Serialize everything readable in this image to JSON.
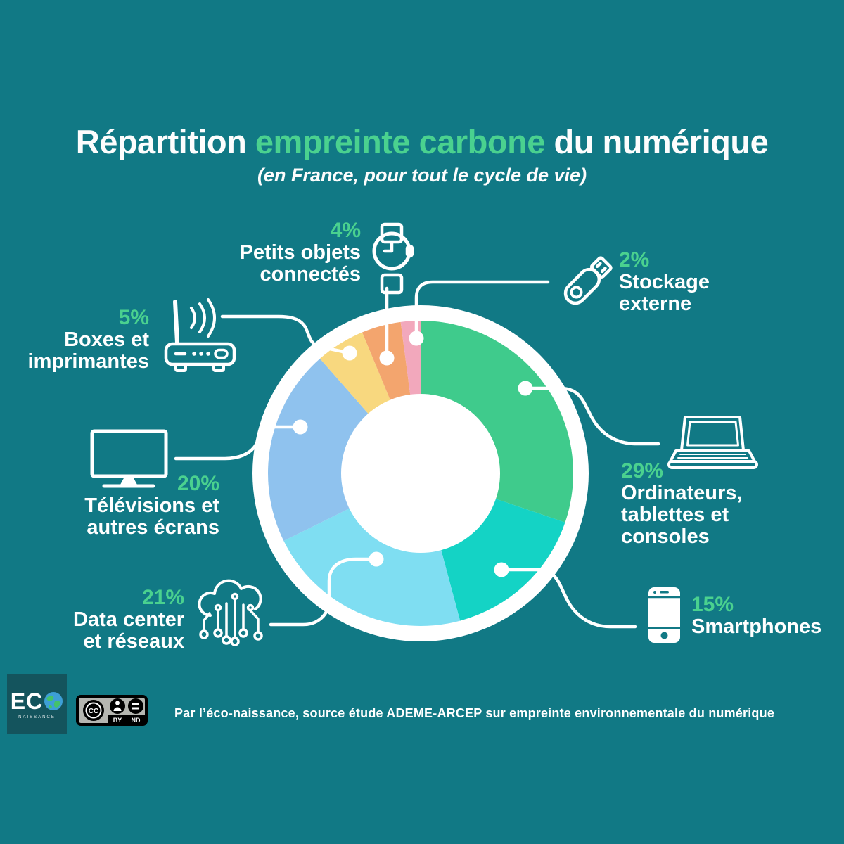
{
  "page": {
    "background": "#117985",
    "accent_green": "#4ad18f",
    "text_color": "#ffffff"
  },
  "title": {
    "part1": "Répartition",
    "highlight": "empreinte carbone",
    "part2": "du numérique",
    "subtitle": "(en France, pour tout le cycle de vie)"
  },
  "chart_data": {
    "type": "pie",
    "variant": "donut",
    "title": "Répartition empreinte carbone du numérique (en France, pour tout le cycle de vie)",
    "unit": "%",
    "direction": "clockwise from 12 o'clock",
    "segments": [
      {
        "label": "Ordinateurs, tablettes et consoles",
        "value": 29,
        "color": "#3fcb8c"
      },
      {
        "label": "Smartphones",
        "value": 15,
        "color": "#14d3c5"
      },
      {
        "label": "Data center et réseaux",
        "value": 21,
        "color": "#7fdef2"
      },
      {
        "label": "Télévisions et autres écrans",
        "value": 20,
        "color": "#8fc2ee"
      },
      {
        "label": "Boxes et imprimantes",
        "value": 5,
        "color": "#f8d87f"
      },
      {
        "label": "Petits objets connectés",
        "value": 4,
        "color": "#f3a56e"
      },
      {
        "label": "Stockage externe",
        "value": 2,
        "color": "#f2a8bc"
      }
    ]
  },
  "callouts": [
    {
      "id": "petits-objets-connectes",
      "percent": "4%",
      "lines": [
        "Petits objets",
        "connectés"
      ],
      "icon": "smartwatch-icon"
    },
    {
      "id": "stockage-externe",
      "percent": "2%",
      "lines": [
        "Stockage",
        "externe"
      ],
      "icon": "usb-drive-icon"
    },
    {
      "id": "boxes-imprimantes",
      "percent": "5%",
      "lines": [
        "Boxes et",
        "imprimantes"
      ],
      "icon": "router-icon"
    },
    {
      "id": "ordinateurs-tablettes",
      "percent": "29%",
      "lines": [
        "Ordinateurs,",
        "tablettes et",
        "consoles"
      ],
      "icon": "laptop-icon"
    },
    {
      "id": "televisions-ecrans",
      "percent": "20%",
      "lines": [
        "Télévisions et",
        "autres écrans"
      ],
      "icon": "tv-icon"
    },
    {
      "id": "data-center-reseaux",
      "percent": "21%",
      "lines": [
        "Data center",
        "et réseaux"
      ],
      "icon": "cloud-network-icon"
    },
    {
      "id": "smartphones",
      "percent": "15%",
      "lines": [
        "Smartphones"
      ],
      "icon": "smartphone-icon"
    }
  ],
  "footer": {
    "logo_text": "EC",
    "logo_subtext": "NAISSANCE",
    "license": {
      "cc": "CC",
      "by": "BY",
      "nd": "ND"
    },
    "credit": "Par l’éco-naissance, source étude ADEME-ARCEP sur empreinte environnementale du numérique"
  }
}
